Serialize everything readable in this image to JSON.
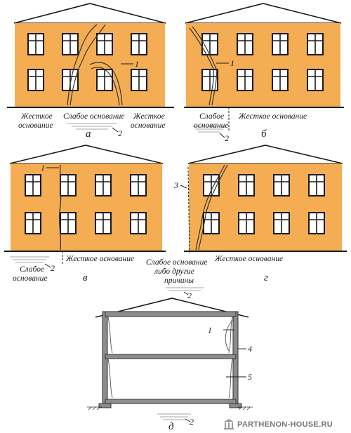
{
  "labels": {
    "a": {
      "left_base": [
        "Жесткое",
        "основание"
      ],
      "mid_base": "Слабое основание",
      "right_base": [
        "Жесткое",
        "основание"
      ],
      "crack_num": "1",
      "weak_num": "2",
      "letter": "а"
    },
    "b": {
      "left_base": [
        "Слабое",
        "основание"
      ],
      "right_base": "Жесткое основание",
      "crack_num": "1",
      "weak_num": "2",
      "letter": "б"
    },
    "v": {
      "crack_num": "1",
      "left_base": [
        "Слабое",
        "основание"
      ],
      "right_base": "Жесткое основание",
      "weak_num": "2",
      "letter": "в"
    },
    "g": {
      "side_num": "3",
      "left_base": [
        "Слабое основание",
        "либо другие",
        "причины"
      ],
      "right_base": "Жесткое основание",
      "weak_num": "2",
      "letter": "г"
    },
    "d": {
      "crack_num": "1",
      "column_num": "4",
      "beam_num": "5",
      "weak_num": "2",
      "letter": "д"
    }
  },
  "watermark": "PARTHENON-HOUSE.RU",
  "colors": {
    "facade": "#f4ad52",
    "outline": "#1a1a1a",
    "frame": "#8c8c8c"
  }
}
